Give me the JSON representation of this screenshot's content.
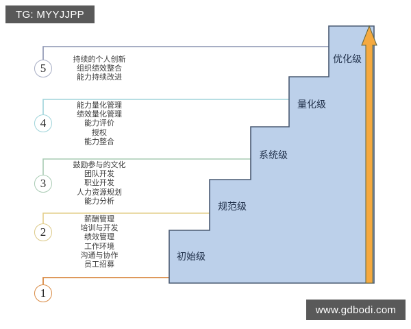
{
  "badges": {
    "tg": "TG: MYYJJPP",
    "watermark": "www.gdbodi.com"
  },
  "colors": {
    "step_fill": "#bcd0ea",
    "step_stroke": "#4a5a72",
    "arrow_fill": "#f5a93f",
    "arrow_stroke": "#6b6a3f",
    "badge_bg": "#595959",
    "level5_line": "#8a93b0",
    "level4_line": "#9fd4da",
    "level3_line": "#a9cbb4",
    "level2_line": "#e4cf8c",
    "level1_line": "#d98b45"
  },
  "steps": [
    {
      "id": "initial",
      "label": "初始级"
    },
    {
      "id": "managed",
      "label": "规范级"
    },
    {
      "id": "defined",
      "label": "系统级"
    },
    {
      "id": "quantified",
      "label": "量化级"
    },
    {
      "id": "optimizing",
      "label": "优化级"
    }
  ],
  "levels": [
    {
      "number": "1",
      "line_color": "#d98b45",
      "practices": []
    },
    {
      "number": "2",
      "line_color": "#e4cf8c",
      "practices": [
        "薪酬管理",
        "培训与开发",
        "绩效管理",
        "工作环境",
        "沟通与协作",
        "员工招募"
      ]
    },
    {
      "number": "3",
      "line_color": "#a9cbb4",
      "practices": [
        "鼓励参与的文化",
        "团队开发",
        "职业开发",
        "人力资源规划",
        "能力分析"
      ]
    },
    {
      "number": "4",
      "line_color": "#9fd4da",
      "practices": [
        "能力量化管理",
        "绩效量化管理",
        "能力评价",
        "授权",
        "能力整合"
      ]
    },
    {
      "number": "5",
      "line_color": "#8a93b0",
      "practices": [
        "持续的个人创新",
        "组织绩效整合",
        "能力持续改进"
      ]
    }
  ]
}
